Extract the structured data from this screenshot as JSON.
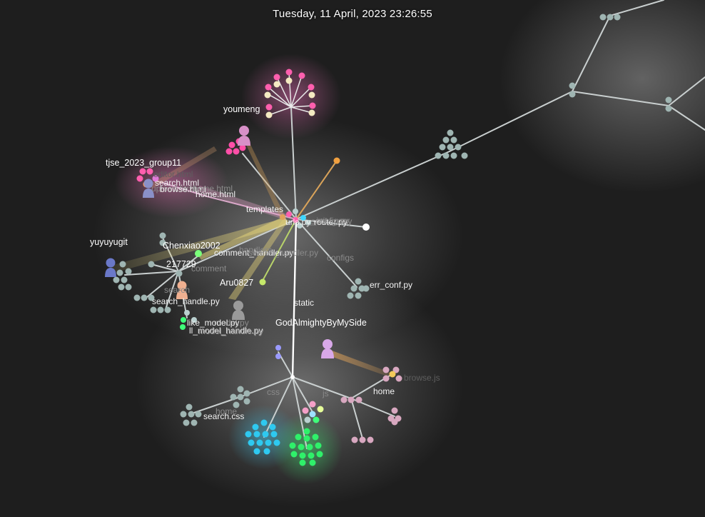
{
  "header": {
    "date_time": "Tuesday, 11 April, 2023 23:26:55"
  },
  "colors": {
    "background": "#1e1e1e",
    "edge_default": "#c9cfcf",
    "html_files": "#ff5fae",
    "css_files": "#3fd6ff",
    "js_files": "#3fff7a",
    "py_files": "#b9d0cf",
    "user_beam_yellow": "#e2d27a",
    "user_beam_orange": "#e0a35a",
    "user_beam_pink": "#e4a0c8"
  },
  "labels": {
    "youmeng": "youmeng",
    "tjse_group": "tjse_2023_group11",
    "editor_html": "editor.html",
    "search_html": "search.html",
    "upload_html": "upload.html",
    "browse_html": "browse.html",
    "home_html": "home.html",
    "templates": "templates",
    "urls_py": "urls.py",
    "init_py": "__init__.py",
    "settings_py": "settings.py",
    "router_py": "router.py",
    "config_py": "config.py",
    "yuyuyugit": "yuyuyugit",
    "chenxiao": "Chenxiao2002",
    "comment_handler": "comment_handler.py",
    "search_handler_top": "search_handler.py",
    "handlers": "handlers",
    "n217729": "217729",
    "comment": "comment",
    "configs": "configs",
    "err_conf": "err_conf.py",
    "aru0827": "Aru0827",
    "search": "search",
    "search_handle": "search_handle.py",
    "static": "static",
    "model_py": "model.py",
    "like_model": "like_model.py",
    "godalmighty": "GodAlmightyByMySide",
    "model_handle": "model_handle.py",
    "ll_model_handle": "ll_model_handle.py",
    "browse_js": "browse.js",
    "css": "css",
    "js": "js",
    "home_dir": "home",
    "home_css": "home",
    "search_css": "search.css"
  }
}
